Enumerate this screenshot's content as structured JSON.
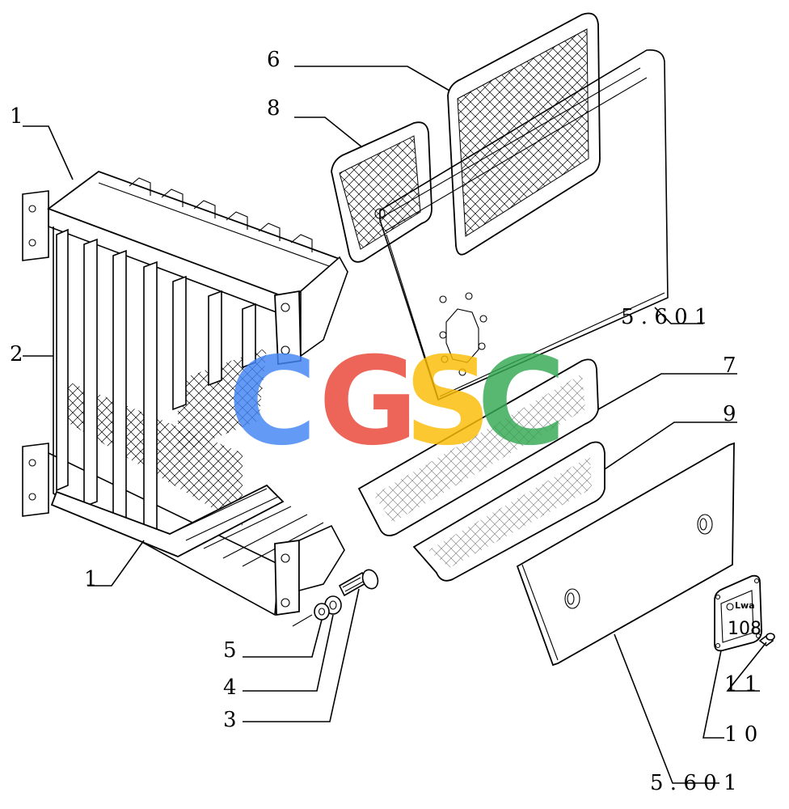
{
  "labels": {
    "l1_top": "1",
    "l1_bottom": "1",
    "l2": "2",
    "l3": "3",
    "l4": "4",
    "l5": "5",
    "l6": "6",
    "l7": "7",
    "l8": "8",
    "l9": "9",
    "l10": "1 0",
    "l11": "1 1",
    "ref_upper": "5 . 6 0 1",
    "ref_lower": "5 . 6 0 1"
  },
  "noise_plate": {
    "unit": "Lwa",
    "value": "108"
  },
  "watermark": {
    "letters": [
      "C",
      "G",
      "S",
      "C"
    ],
    "colors": [
      "#4285F4",
      "#EA4335",
      "#FBBC05",
      "#34A853"
    ]
  }
}
